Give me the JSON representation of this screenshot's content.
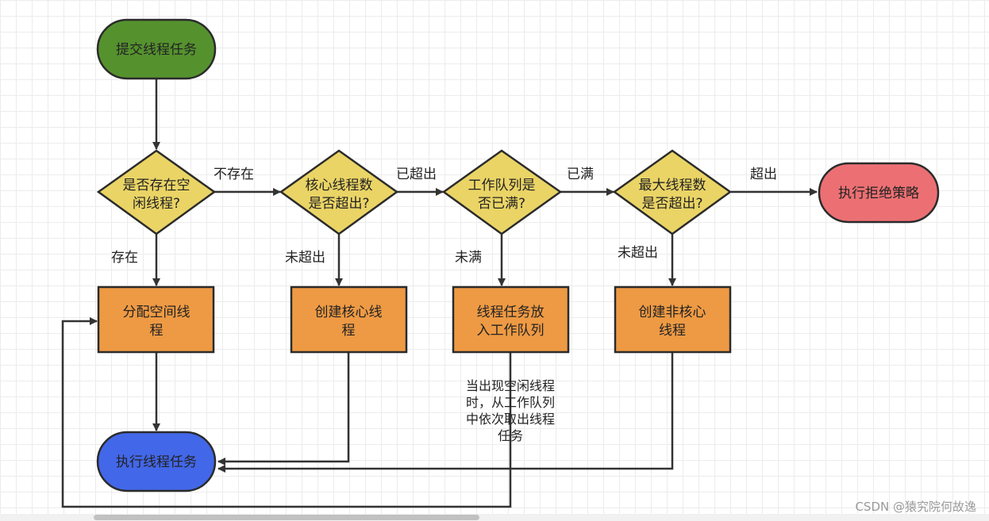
{
  "nodes": {
    "start": "提交线程任务",
    "idle_check": [
      "是否存在空",
      "闲线程?"
    ],
    "core_check": [
      "核心线程数",
      "是否超出?"
    ],
    "queue_check": [
      "工作队列是",
      "否已满?"
    ],
    "max_check": [
      "最大线程数",
      "是否超出?"
    ],
    "reject": "执行拒绝策略",
    "assign_idle": [
      "分配空间线",
      "程"
    ],
    "create_core": [
      "创建核心线",
      "程"
    ],
    "enqueue": [
      "线程任务放",
      "入工作队列"
    ],
    "create_noncore": [
      "创建非核心",
      "线程"
    ],
    "execute": "执行线程任务"
  },
  "edge_labels": {
    "not_exist": "不存在",
    "exceeded_1": "已超出",
    "full": "已满",
    "exceeded_2": "超出",
    "exist": "存在",
    "not_exceeded_1": "未超出",
    "not_full": "未满",
    "not_exceeded_2": "未超出"
  },
  "note": [
    "当出现空闲线程",
    "时，从工作队列",
    "中依次取出线程",
    "任务"
  ],
  "watermark": "CSDN @猿究院何故逸",
  "colors": {
    "start_fill": "#55922e",
    "decision_fill": "#ead466",
    "process_fill": "#ee9a44",
    "execute_fill": "#4267e8",
    "reject_fill": "#ec7073",
    "stroke": "#2b2b2b",
    "edge": "#333333"
  }
}
